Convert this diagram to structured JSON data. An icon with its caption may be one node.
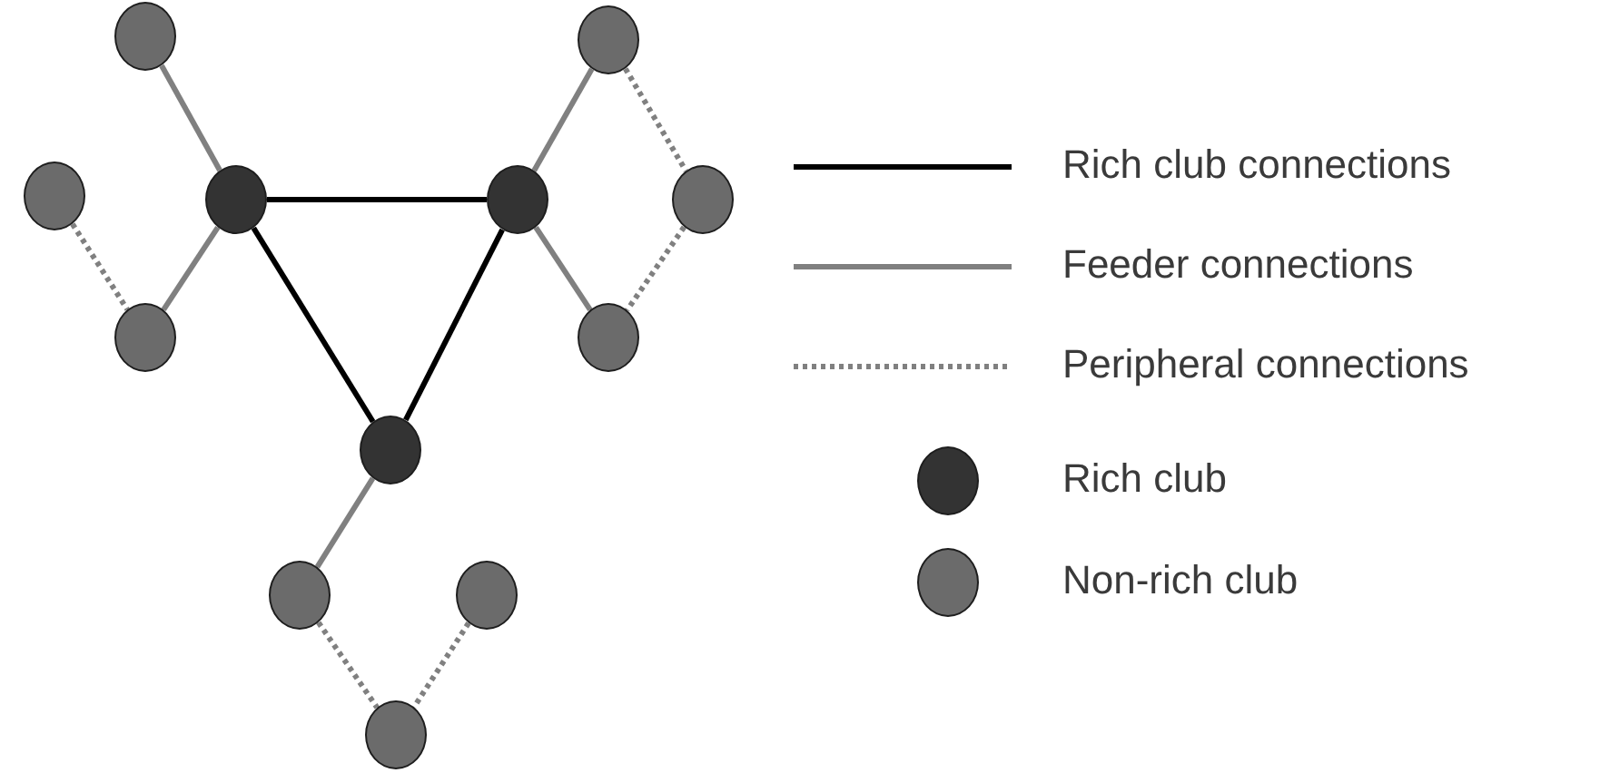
{
  "diagram": {
    "nodes": [
      {
        "text": [],
        "shape": "circle"
      },
      {
        "text": [],
        "shape": "circle"
      },
      {
        "text": [],
        "shape": "circle"
      },
      {
        "text": [],
        "shape": "circle"
      },
      {
        "text": [],
        "shape": "circle"
      },
      {
        "text": [],
        "shape": "circle"
      },
      {
        "text": [],
        "shape": "circle"
      },
      {
        "text": [],
        "shape": "circle"
      },
      {
        "text": [],
        "shape": "circle"
      },
      {
        "text": [],
        "shape": "circle"
      },
      {
        "text": [],
        "shape": "circle"
      },
      {
        "text": [],
        "shape": "circle"
      }
    ],
    "edges": [
      {
        "from": 3,
        "to": 4,
        "arrow": "none",
        "color": "#000000"
      },
      {
        "from": 3,
        "to": 8,
        "arrow": "none",
        "color": "#000000"
      },
      {
        "from": 4,
        "to": 8,
        "arrow": "none",
        "color": "#000000"
      },
      {
        "from": 3,
        "to": 0,
        "arrow": "none"
      },
      {
        "from": 3,
        "to": 6,
        "arrow": "none"
      },
      {
        "from": 4,
        "to": 1,
        "arrow": "none"
      },
      {
        "from": 4,
        "to": 7,
        "arrow": "none"
      },
      {
        "from": 8,
        "to": 9,
        "arrow": "none"
      },
      {
        "from": 2,
        "to": 6,
        "arrow": "none",
        "style": "dashed"
      },
      {
        "from": 1,
        "to": 5,
        "arrow": "none",
        "style": "dashed"
      },
      {
        "from": 5,
        "to": 7,
        "arrow": "none",
        "style": "dashed"
      },
      {
        "from": 9,
        "to": 11,
        "arrow": "none",
        "style": "dashed"
      },
      {
        "from": 10,
        "to": 11,
        "arrow": "none",
        "style": "dashed"
      }
    ],
    "legend": [
      {
        "text": "Rich club connections"
      },
      {
        "text": "Feeder connections"
      },
      {
        "text": "Peripheral connections"
      },
      {
        "text": "Rich club"
      },
      {
        "text": "Non-rich club"
      }
    ]
  }
}
